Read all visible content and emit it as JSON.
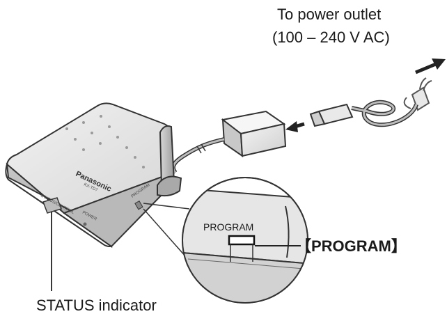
{
  "labels": {
    "power_line1": "To power outlet",
    "power_line2": "(100 – 240 V AC)",
    "program_callout": "【PROGRAM】",
    "program_small": "PROGRAM",
    "status_indicator": "STATUS indicator"
  },
  "device": {
    "brand": "Panasonic",
    "model": "KX-TD7",
    "status_mark": "STATUS/CONTROL",
    "power_mark": "POWER",
    "program_mark": "PROGRAM"
  },
  "icons": {
    "arrow_to_outlet": "arrow-up-right-icon",
    "arrow_insert_plug": "arrow-left-icon"
  }
}
